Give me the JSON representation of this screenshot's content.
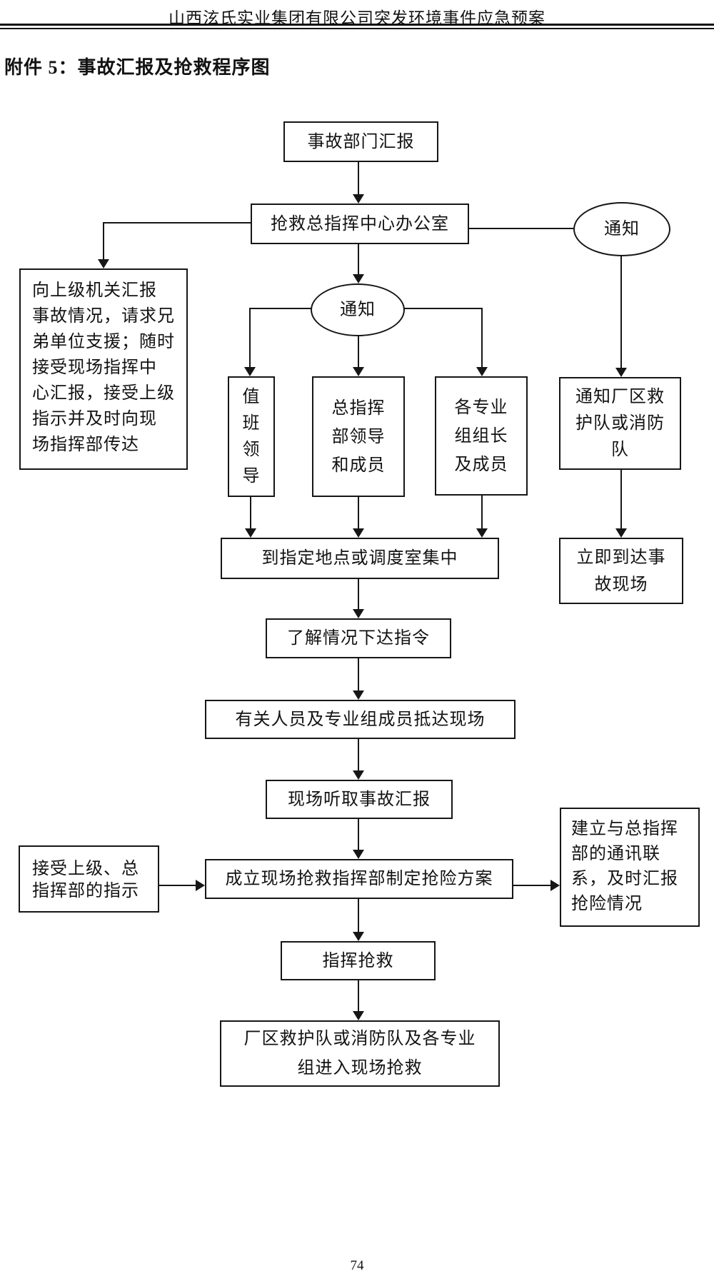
{
  "page": {
    "header": "山西泫氏实业集团有限公司突发环境事件应急预案",
    "attachment_title": "附件 5：事故汇报及抢救程序图",
    "page_number": "74"
  },
  "flowchart": {
    "nodes": {
      "accident_dept_report": {
        "shape": "rect",
        "text": "事故部门汇报"
      },
      "rescue_hq_office": {
        "shape": "rect",
        "text": "抢救总指挥中心办公室"
      },
      "notify_center": {
        "shape": "ellipse",
        "text": "通知"
      },
      "notify_right": {
        "shape": "ellipse",
        "text": "通知"
      },
      "report_superiors": {
        "shape": "rect",
        "text": "向上级机关汇报\n事故情况，请求兄\n弟单位支援；随时\n接受现场指挥中\n心汇报，接受上级\n指示并及时向现\n场指挥部传达"
      },
      "duty_leader": {
        "shape": "rect",
        "text": "值\n班\n领\n导"
      },
      "hq_leaders": {
        "shape": "rect",
        "text": "总指挥\n部领导\n和成员"
      },
      "group_leaders": {
        "shape": "rect",
        "text": "各专业\n组组长\n及成员"
      },
      "notify_plant_team": {
        "shape": "rect",
        "text": "通知厂区救\n护队或消防\n队"
      },
      "assemble": {
        "shape": "rect",
        "text": "到指定地点或调度室集中"
      },
      "arrive_immediately": {
        "shape": "rect",
        "text": "立即到达事\n故现场"
      },
      "understand_orders": {
        "shape": "rect",
        "text": "了解情况下达指令"
      },
      "personnel_arrive": {
        "shape": "rect",
        "text": "有关人员及专业组成员抵达现场"
      },
      "listen_report": {
        "shape": "rect",
        "text": "现场听取事故汇报"
      },
      "setup_field_hq": {
        "shape": "rect",
        "text": "成立现场抢救指挥部制定抢险方案"
      },
      "receive_instructions": {
        "shape": "rect",
        "text": "接受上级、总\n指挥部的指示"
      },
      "comm_link": {
        "shape": "rect",
        "text": "建立与总指挥\n部的通讯联\n系，及时汇报\n抢险情况"
      },
      "command_rescue": {
        "shape": "rect",
        "text": "指挥抢救"
      },
      "teams_enter_scene": {
        "shape": "rect",
        "text": "厂区救护队或消防队及各专业\n组进入现场抢救"
      }
    }
  }
}
